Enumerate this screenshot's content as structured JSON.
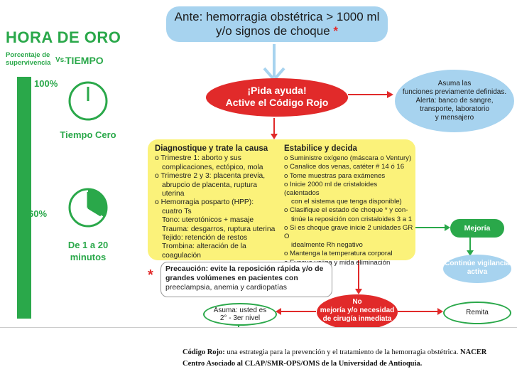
{
  "title": "HORA DE ORO",
  "axis": {
    "line1": "Porcentaje de",
    "line2": "supervivencia",
    "vs": "Vs.",
    "tiempo": "TIEMPO"
  },
  "percents": {
    "p100": "100%",
    "p60": "60%"
  },
  "clocks": {
    "zero": "Tiempo Cero",
    "range_line1": "De 1 a 20",
    "range_line2": "minutos"
  },
  "top_box": {
    "line1": "Ante: hemorragia obstétrica > 1000 ml",
    "line2": "y/o signos de choque",
    "star": "*"
  },
  "help": {
    "line1": "¡Pida ayuda!",
    "line2": "Active el Código Rojo"
  },
  "assume_box": [
    "Asuma las",
    "funciones previamente definidas.",
    "Alerta: banco de sangre,",
    "transporte, laboratorio",
    "y mensajero"
  ],
  "diagnose": {
    "heading": "Diagnostique y trate la causa",
    "items": [
      "o Trimestre 1: aborto y sus",
      "complicaciones, ectópico, mola",
      "o Trimestre 2 y 3: placenta previa,",
      "abrupcio de placenta, ruptura uterina",
      "o Hemorragia posparto (HPP):",
      "cuatro Ts",
      "Tono: uterotónicos + masaje",
      "Trauma: desgarros, ruptura uterina",
      "Tejido: retención de restos",
      "Trombina: alteración de la coagulación"
    ]
  },
  "stabilize": {
    "heading": "Estabilice y decida",
    "items": [
      "o Suministre oxígeno (máscara o Ventury)",
      "o Canalice dos venas, catéter # 14 ó 16",
      "o Tome muestras para exámenes",
      "o Inicie 2000 ml de cristaloides (calentados",
      "con el sistema que tenga disponible)",
      "o Clasifique el estado de choque * y con-",
      "tinúe la reposición con cristaloides 3 a 1",
      "o Si es choque grave inicie 2 unidades GR O",
      "idealmente Rh negativo",
      "o Mantenga la temperatura corporal",
      "o Evacue vejiga y mida eliminación"
    ]
  },
  "precaution": {
    "star": "*",
    "line1": "Precaución: evite la reposición rápida y/o de",
    "line2": "grandes volúmenes en pacientes con",
    "line3": "preeclampsia, anemia y cardiopatías"
  },
  "mejoria": "Mejoría",
  "continue": {
    "line1": "Continúe vigilancia",
    "line2": "activa"
  },
  "no_box": {
    "line1": "No",
    "line2": "mejoría y/o necesidad",
    "line3": "de cirugía inmediata"
  },
  "assume_level": {
    "line1": "Asuma: usted es",
    "line2": "2° - 3er nivel"
  },
  "remita": "Remita",
  "caption": {
    "bold1": "Código Rojo:",
    "text1": " una estrategia para la prevención y el tratamiento de la hemorragia obstétrica.",
    "bold2": " NACER",
    "line2": "Centro Asociado al CLAP/SMR-OPS/OMS de la Universidad de Antioquia."
  },
  "colors": {
    "green": "#2aa84a",
    "red": "#e12a2a",
    "blue": "#a7d3ef",
    "yellow": "#fbf27a"
  }
}
